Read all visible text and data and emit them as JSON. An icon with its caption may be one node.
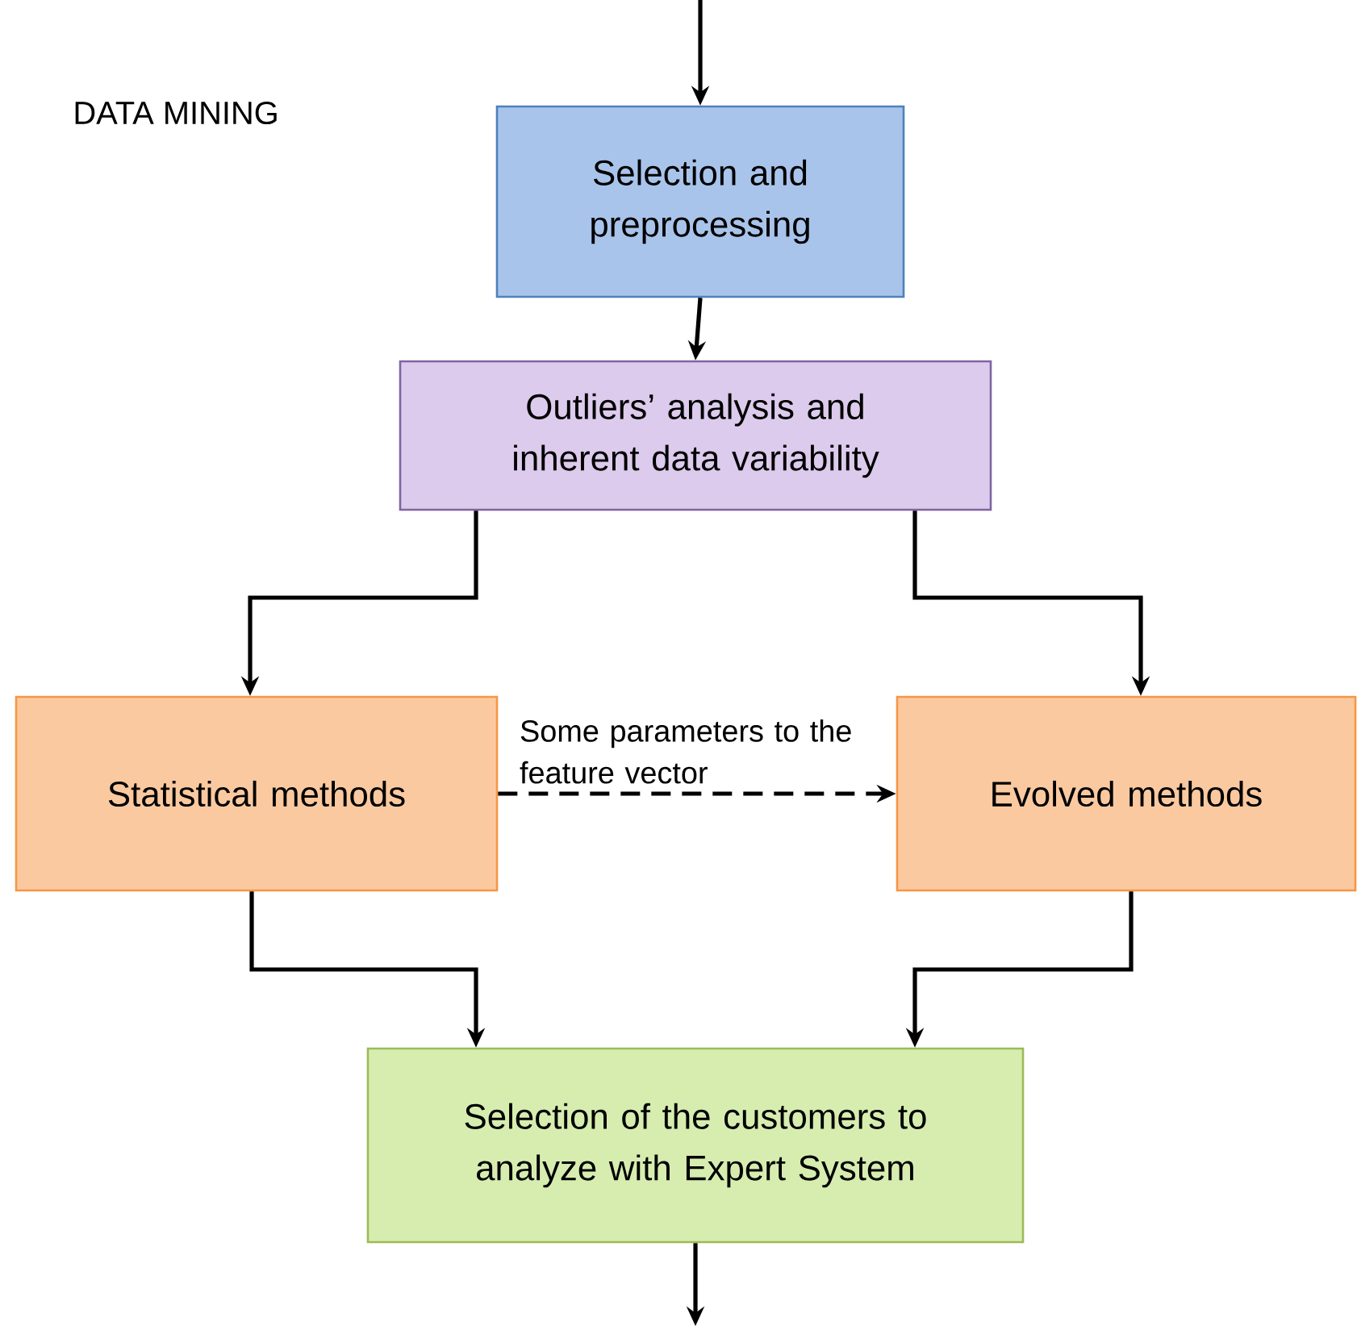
{
  "diagram": {
    "nodes": [
      {
        "text": [
          "Selection and preprocessing"
        ]
      },
      {
        "text": [
          "Outliers’ analysis and inherent data variability"
        ]
      },
      {
        "text": [
          "Statistical methods"
        ]
      },
      {
        "text": [
          "Evolved methods"
        ]
      },
      {
        "text": [
          "Selection of the customers to analyze with Expert System"
        ]
      }
    ],
    "edges": [
      {
        "from": null,
        "to": 0,
        "arrow": "to"
      },
      {
        "from": 0,
        "to": 1,
        "arrow": "to"
      },
      {
        "from": 1,
        "to": 2,
        "arrow": "to"
      },
      {
        "from": 1,
        "to": 3,
        "arrow": "to"
      },
      {
        "from": 2,
        "to": 3,
        "arrow": "to",
        "style": "dashed",
        "label": "Some parameters to the feature vector"
      },
      {
        "from": 2,
        "to": 4,
        "arrow": "to"
      },
      {
        "from": 3,
        "to": 4,
        "arrow": "to"
      },
      {
        "from": 4,
        "to": null,
        "arrow": "to"
      }
    ],
    "labels": [
      "DATA MINING"
    ]
  }
}
